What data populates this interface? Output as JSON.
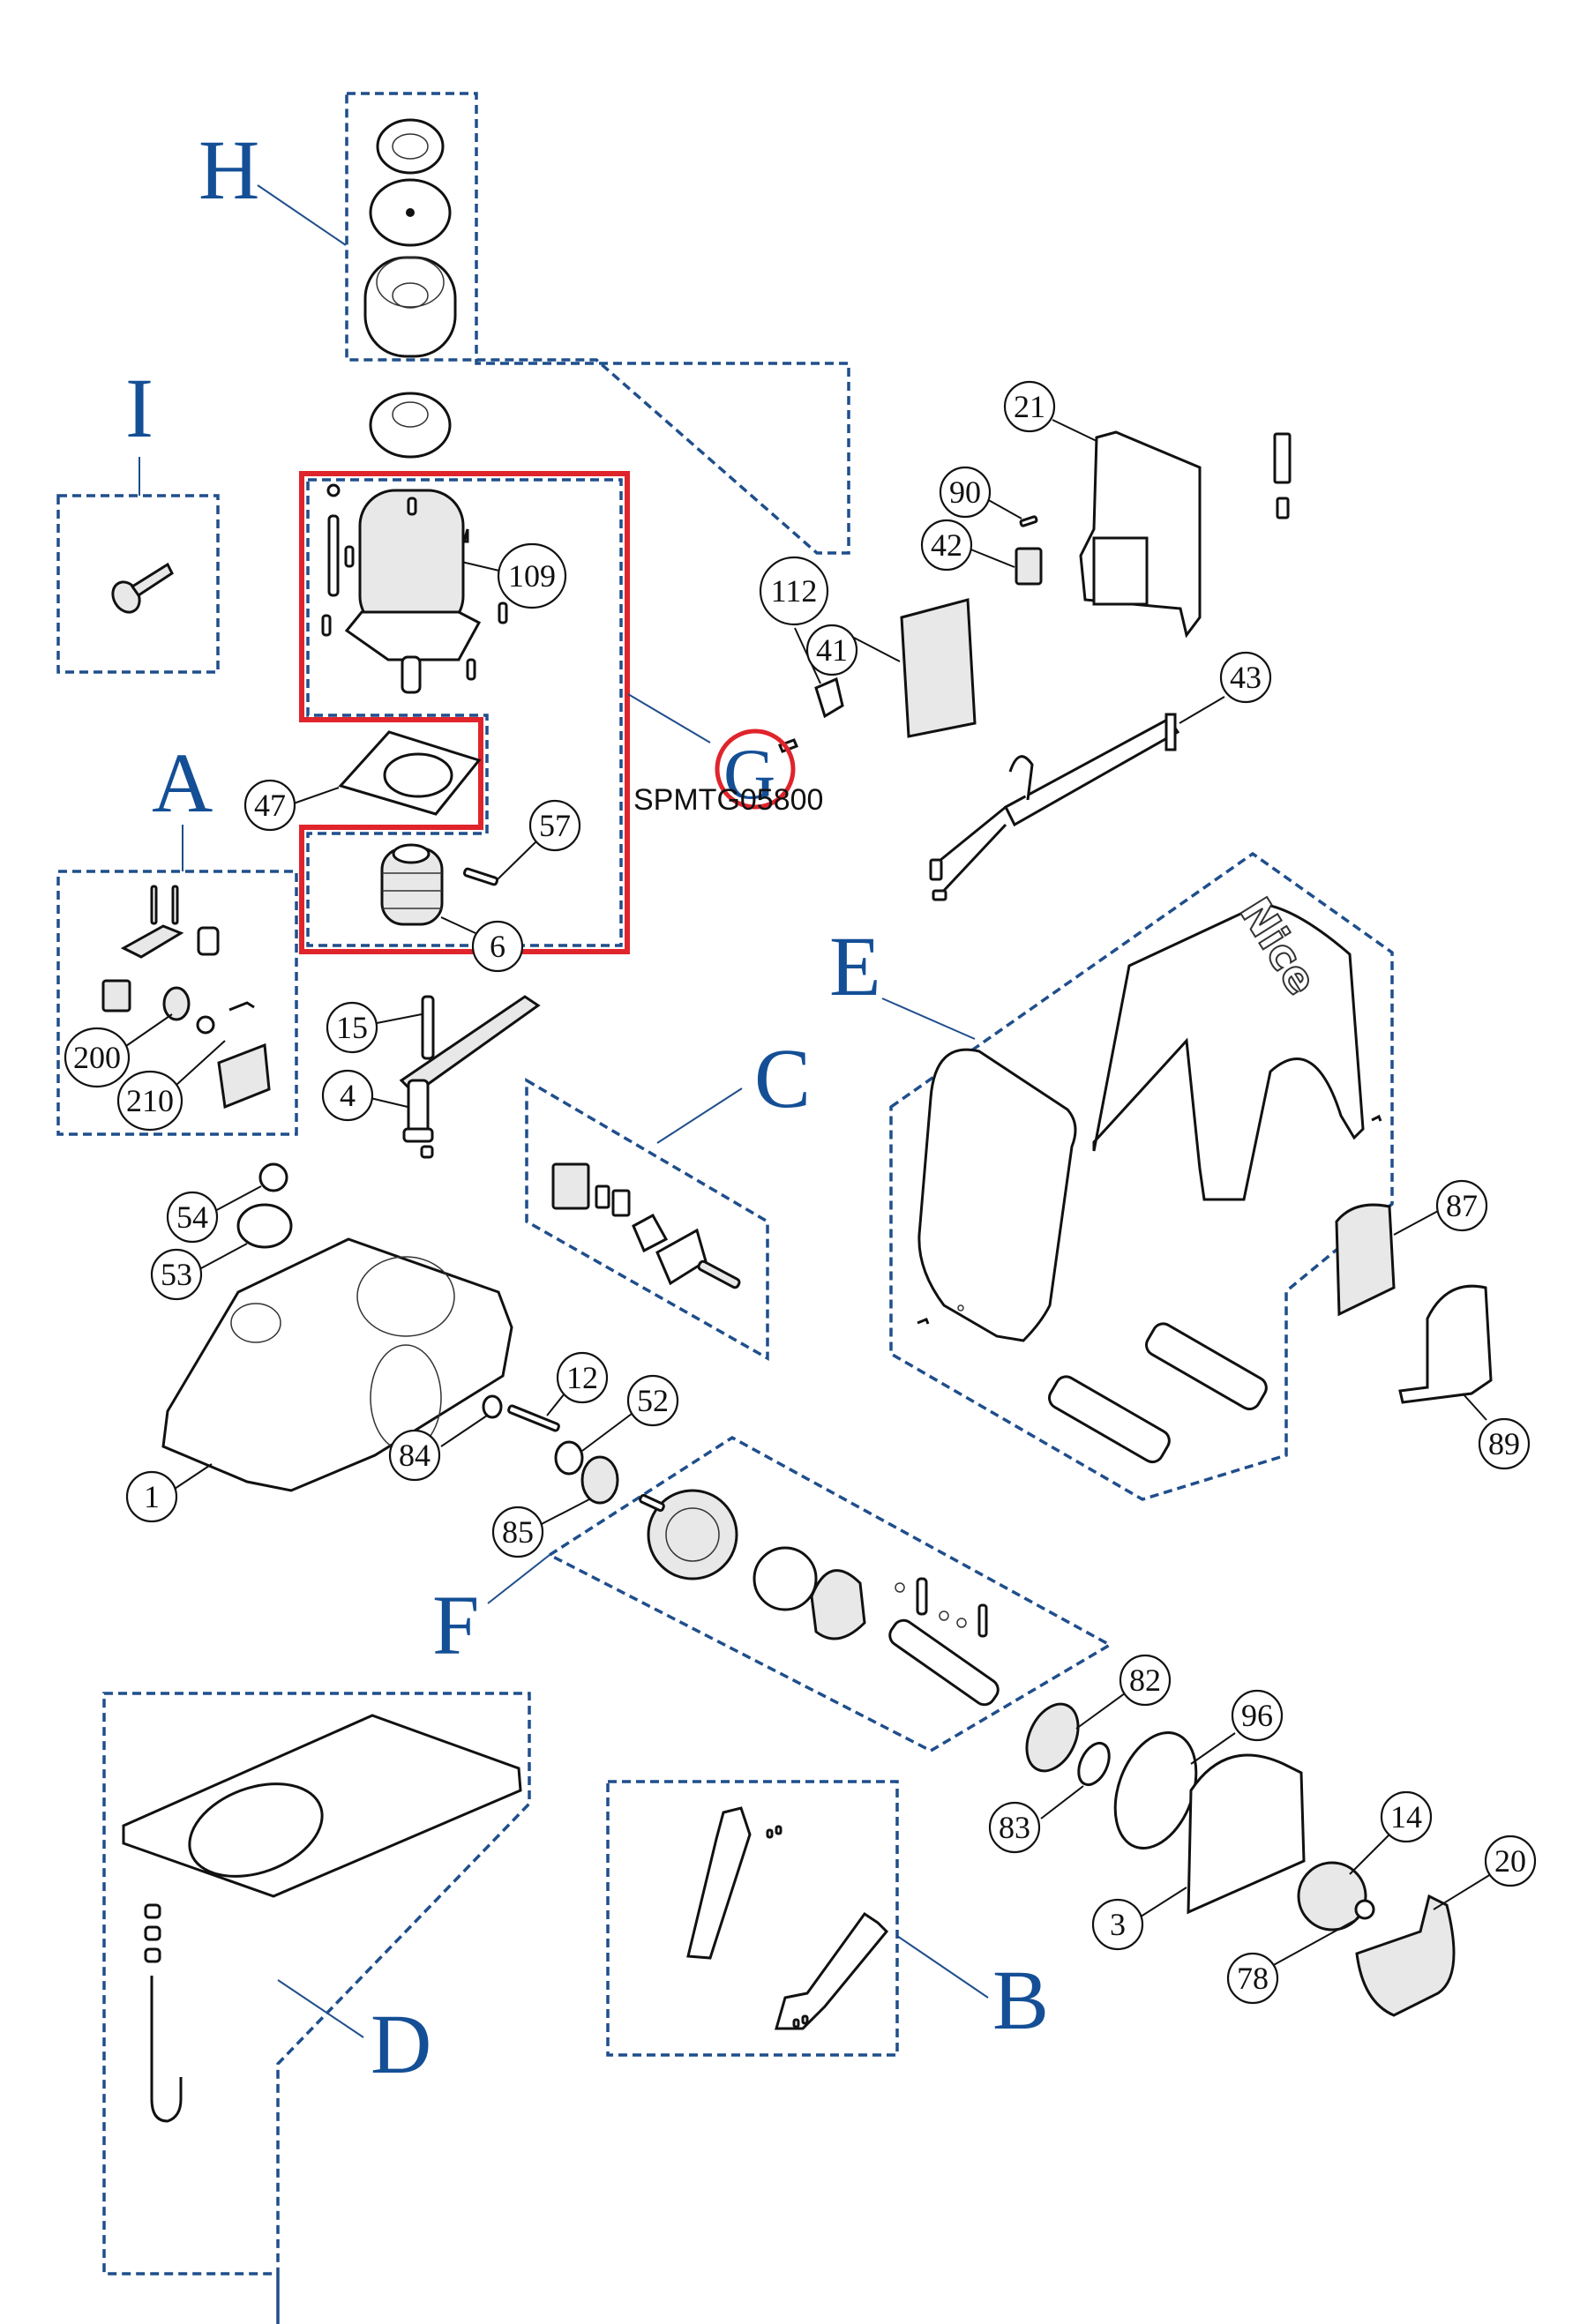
{
  "diagram": {
    "title": "Exploded parts view",
    "groups": [
      {
        "id": "H",
        "label": "H"
      },
      {
        "id": "I",
        "label": "I"
      },
      {
        "id": "G",
        "label": "G",
        "code": "SPMTG05800",
        "highlighted": true
      },
      {
        "id": "A",
        "label": "A"
      },
      {
        "id": "C",
        "label": "C"
      },
      {
        "id": "E",
        "label": "E"
      },
      {
        "id": "F",
        "label": "F"
      },
      {
        "id": "D",
        "label": "D"
      },
      {
        "id": "B",
        "label": "B"
      }
    ],
    "callouts": {
      "p109": "109",
      "p112": "112",
      "p21": "21",
      "p90": "90",
      "p42": "42",
      "p41": "41",
      "p43": "43",
      "p47": "47",
      "p57": "57",
      "p6": "6",
      "p15": "15",
      "p4": "4",
      "p200": "200",
      "p210": "210",
      "p54": "54",
      "p53": "53",
      "p1": "1",
      "p12": "12",
      "p52": "52",
      "p84": "84",
      "p85": "85",
      "p87": "87",
      "p89": "89",
      "p82": "82",
      "p96": "96",
      "p83": "83",
      "p14": "14",
      "p20": "20",
      "p3": "3",
      "p78": "78"
    },
    "cover_logo": "Nice",
    "highlight_color": "#e0242b",
    "group_color": "#144f96"
  }
}
